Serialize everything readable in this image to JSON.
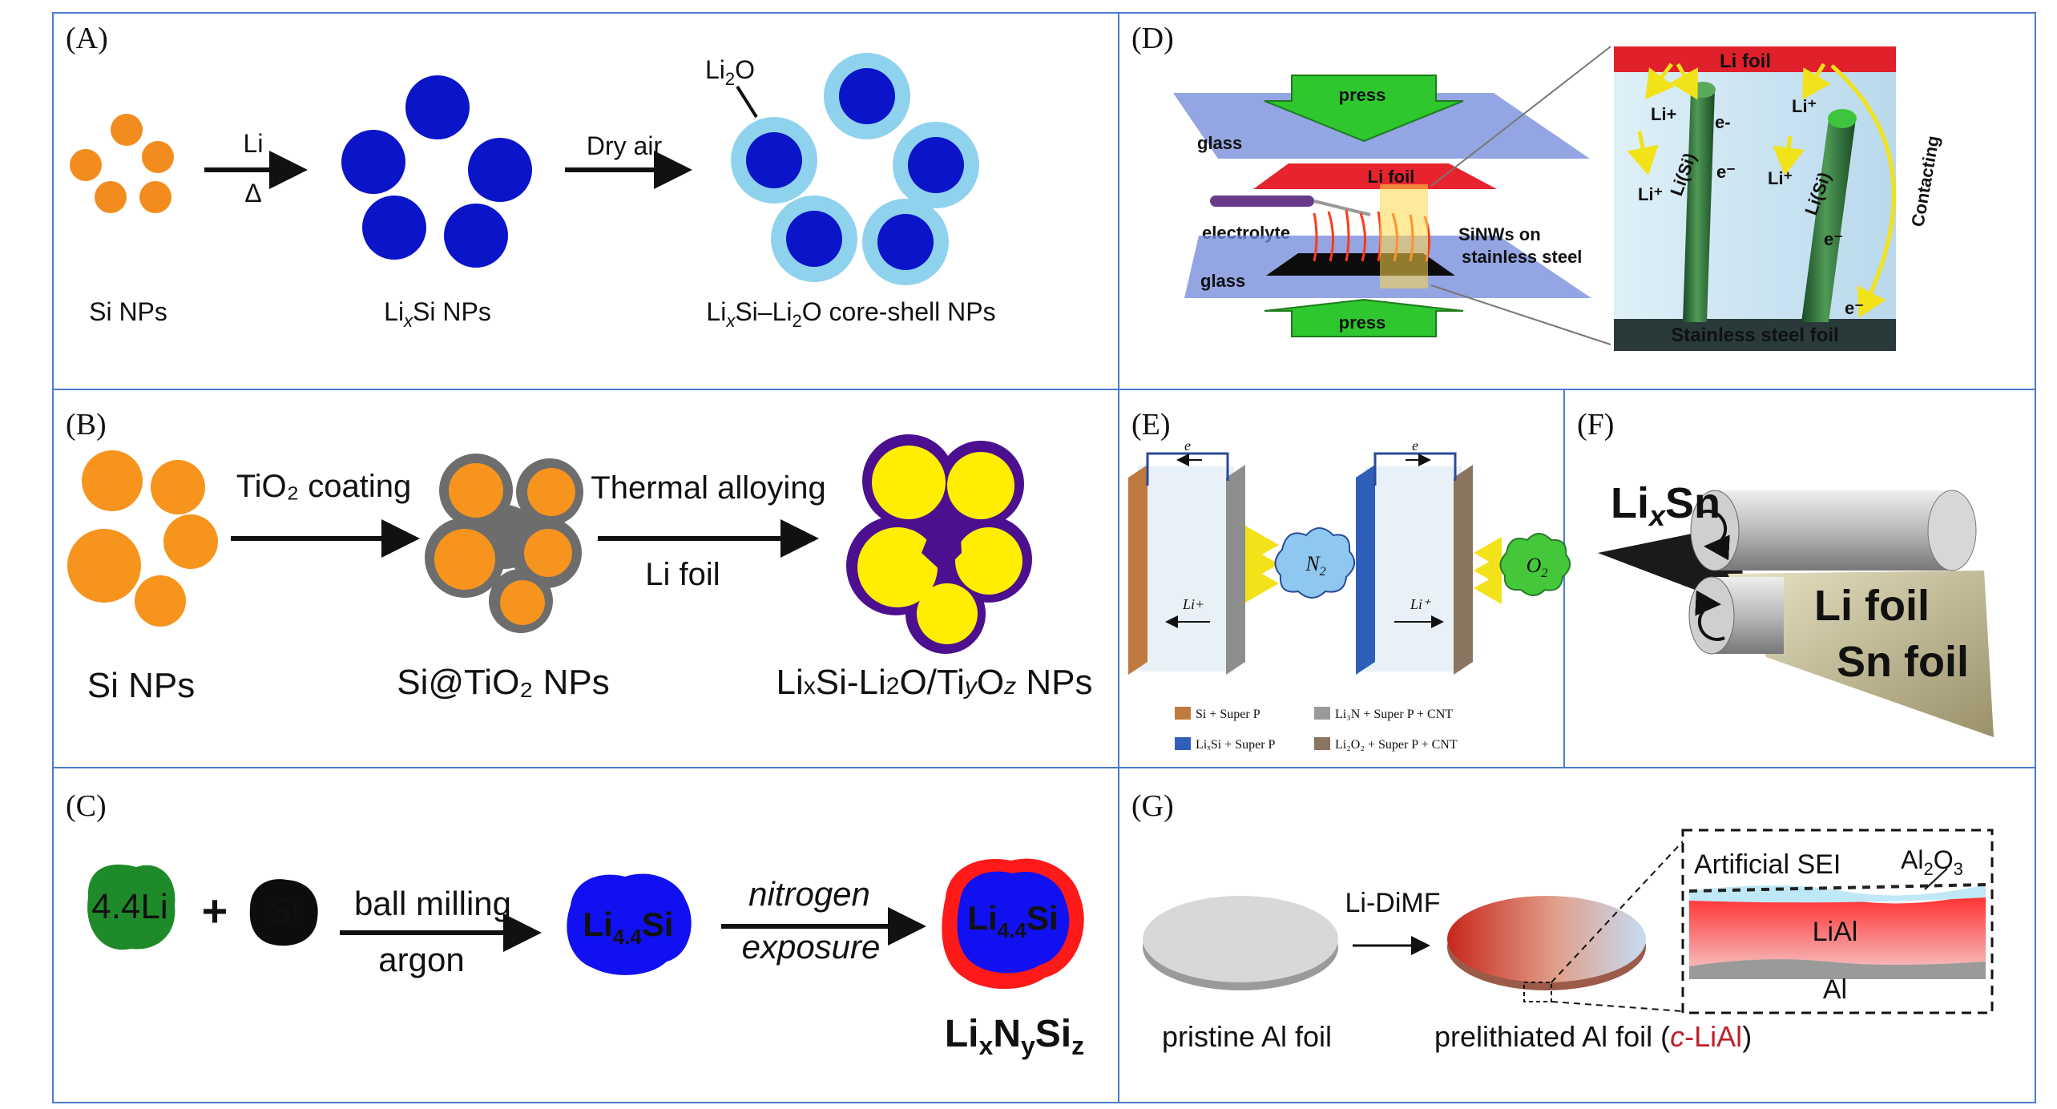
{
  "panels": {
    "A": {
      "label": "(A)",
      "arrow1_top": "Li",
      "arrow1_bottom": "Δ",
      "arrow2_top": "Dry air",
      "shell_label": "Li₂O",
      "caption1": "Si NPs",
      "caption2": "LixSi NPs",
      "caption3": "LixSi–Li2O core-shell NPs",
      "colors": {
        "si": "#f28c1e",
        "lisi": "#0a14c8",
        "shell": "#8fd2ee"
      }
    },
    "B": {
      "label": "(B)",
      "arrow1_top": "TiO₂ coating",
      "arrow2_top": "Thermal alloying",
      "arrow2_bottom": "Li foil",
      "caption1": "Si NPs",
      "caption2": "Si@TiO₂ NPs",
      "caption3": "LixSi-Li2O/TiyOz NPs",
      "colors": {
        "si": "#f7941d",
        "tio2": "#6d6d6d",
        "yellow": "#ffee00",
        "purple": "#4b0f8f"
      }
    },
    "C": {
      "label": "(C)",
      "blob1": "4.4Li",
      "plus": "+",
      "blob2": "Si",
      "arrow1_top": "ball milling",
      "arrow1_bottom": "argon",
      "blob3": "Li4.4Si",
      "arrow2_top": "nitrogen",
      "arrow2_bottom": "exposure",
      "blob4": "Li4.4Si",
      "caption": "LixNySiz",
      "colors": {
        "green": "#1e8a2a",
        "blue": "#1010f0",
        "red": "#ff1a1a"
      }
    },
    "D": {
      "label": "(D)",
      "press_top": "press",
      "press_bottom": "press",
      "glass_top": "glass",
      "glass_bottom": "glass",
      "lifoil": "Li foil",
      "electrolyte": "electrolyte",
      "sinws": "SiNWs on stainless steel",
      "right_lifoil": "Li foil",
      "li_plus": "Li+",
      "e_minus": "e-",
      "li_si": "Li(Si)",
      "contacting": "Contacting",
      "steel_foil": "Stainless steel foil"
    },
    "E": {
      "label": "(E)",
      "n2": "N2",
      "o2": "O2",
      "li_ion": "Li+",
      "e_label": "e",
      "legend": [
        "Si + Super P",
        "LiₓSi + Super P",
        "Li₃N + Super P + CNT",
        "Li₂O₂ + Super P + CNT"
      ]
    },
    "F": {
      "label": "(F)",
      "lixsn": "LixSn",
      "lifoil": "Li foil",
      "snfoil": "Sn foil"
    },
    "G": {
      "label": "(G)",
      "arrow_label": "Li-DiMF",
      "caption1": "pristine Al foil",
      "caption2": "prelithiated Al foil (c-LiAl)",
      "sei": "Artificial SEI",
      "al2o3": "Al2O3",
      "lial": "LiAl",
      "al": "Al"
    }
  }
}
